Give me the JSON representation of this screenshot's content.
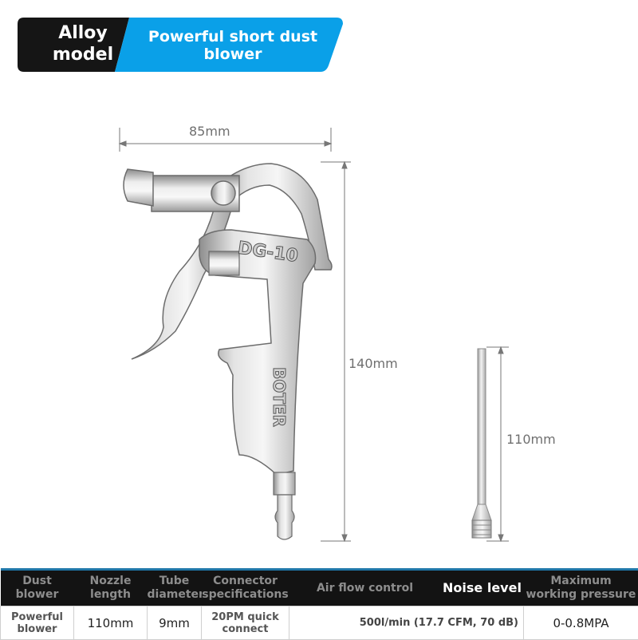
{
  "banner": {
    "badge": "Alloy model",
    "headline": "Powerful short dust blower",
    "colors": {
      "badge_bg": "#151515",
      "headline_bg": "#0aa0e8"
    }
  },
  "product": {
    "brand_text": "BOTER",
    "model_text": "DG-10",
    "width_label": "85mm",
    "height_label": "140mm",
    "nozzle_length_label": "110mm"
  },
  "specs": {
    "headers": [
      "Dust blower",
      "Nozzle length",
      "Tube diameter",
      "Connector specifications",
      "Air flow control",
      "Noise level",
      "Maximum working pressure"
    ],
    "row": [
      "Powerful blower",
      "110mm",
      "9mm",
      "20PM quick connect",
      "",
      "500l/min (17.7 CFM, 70 dB)",
      "0-0.8MPA"
    ]
  }
}
